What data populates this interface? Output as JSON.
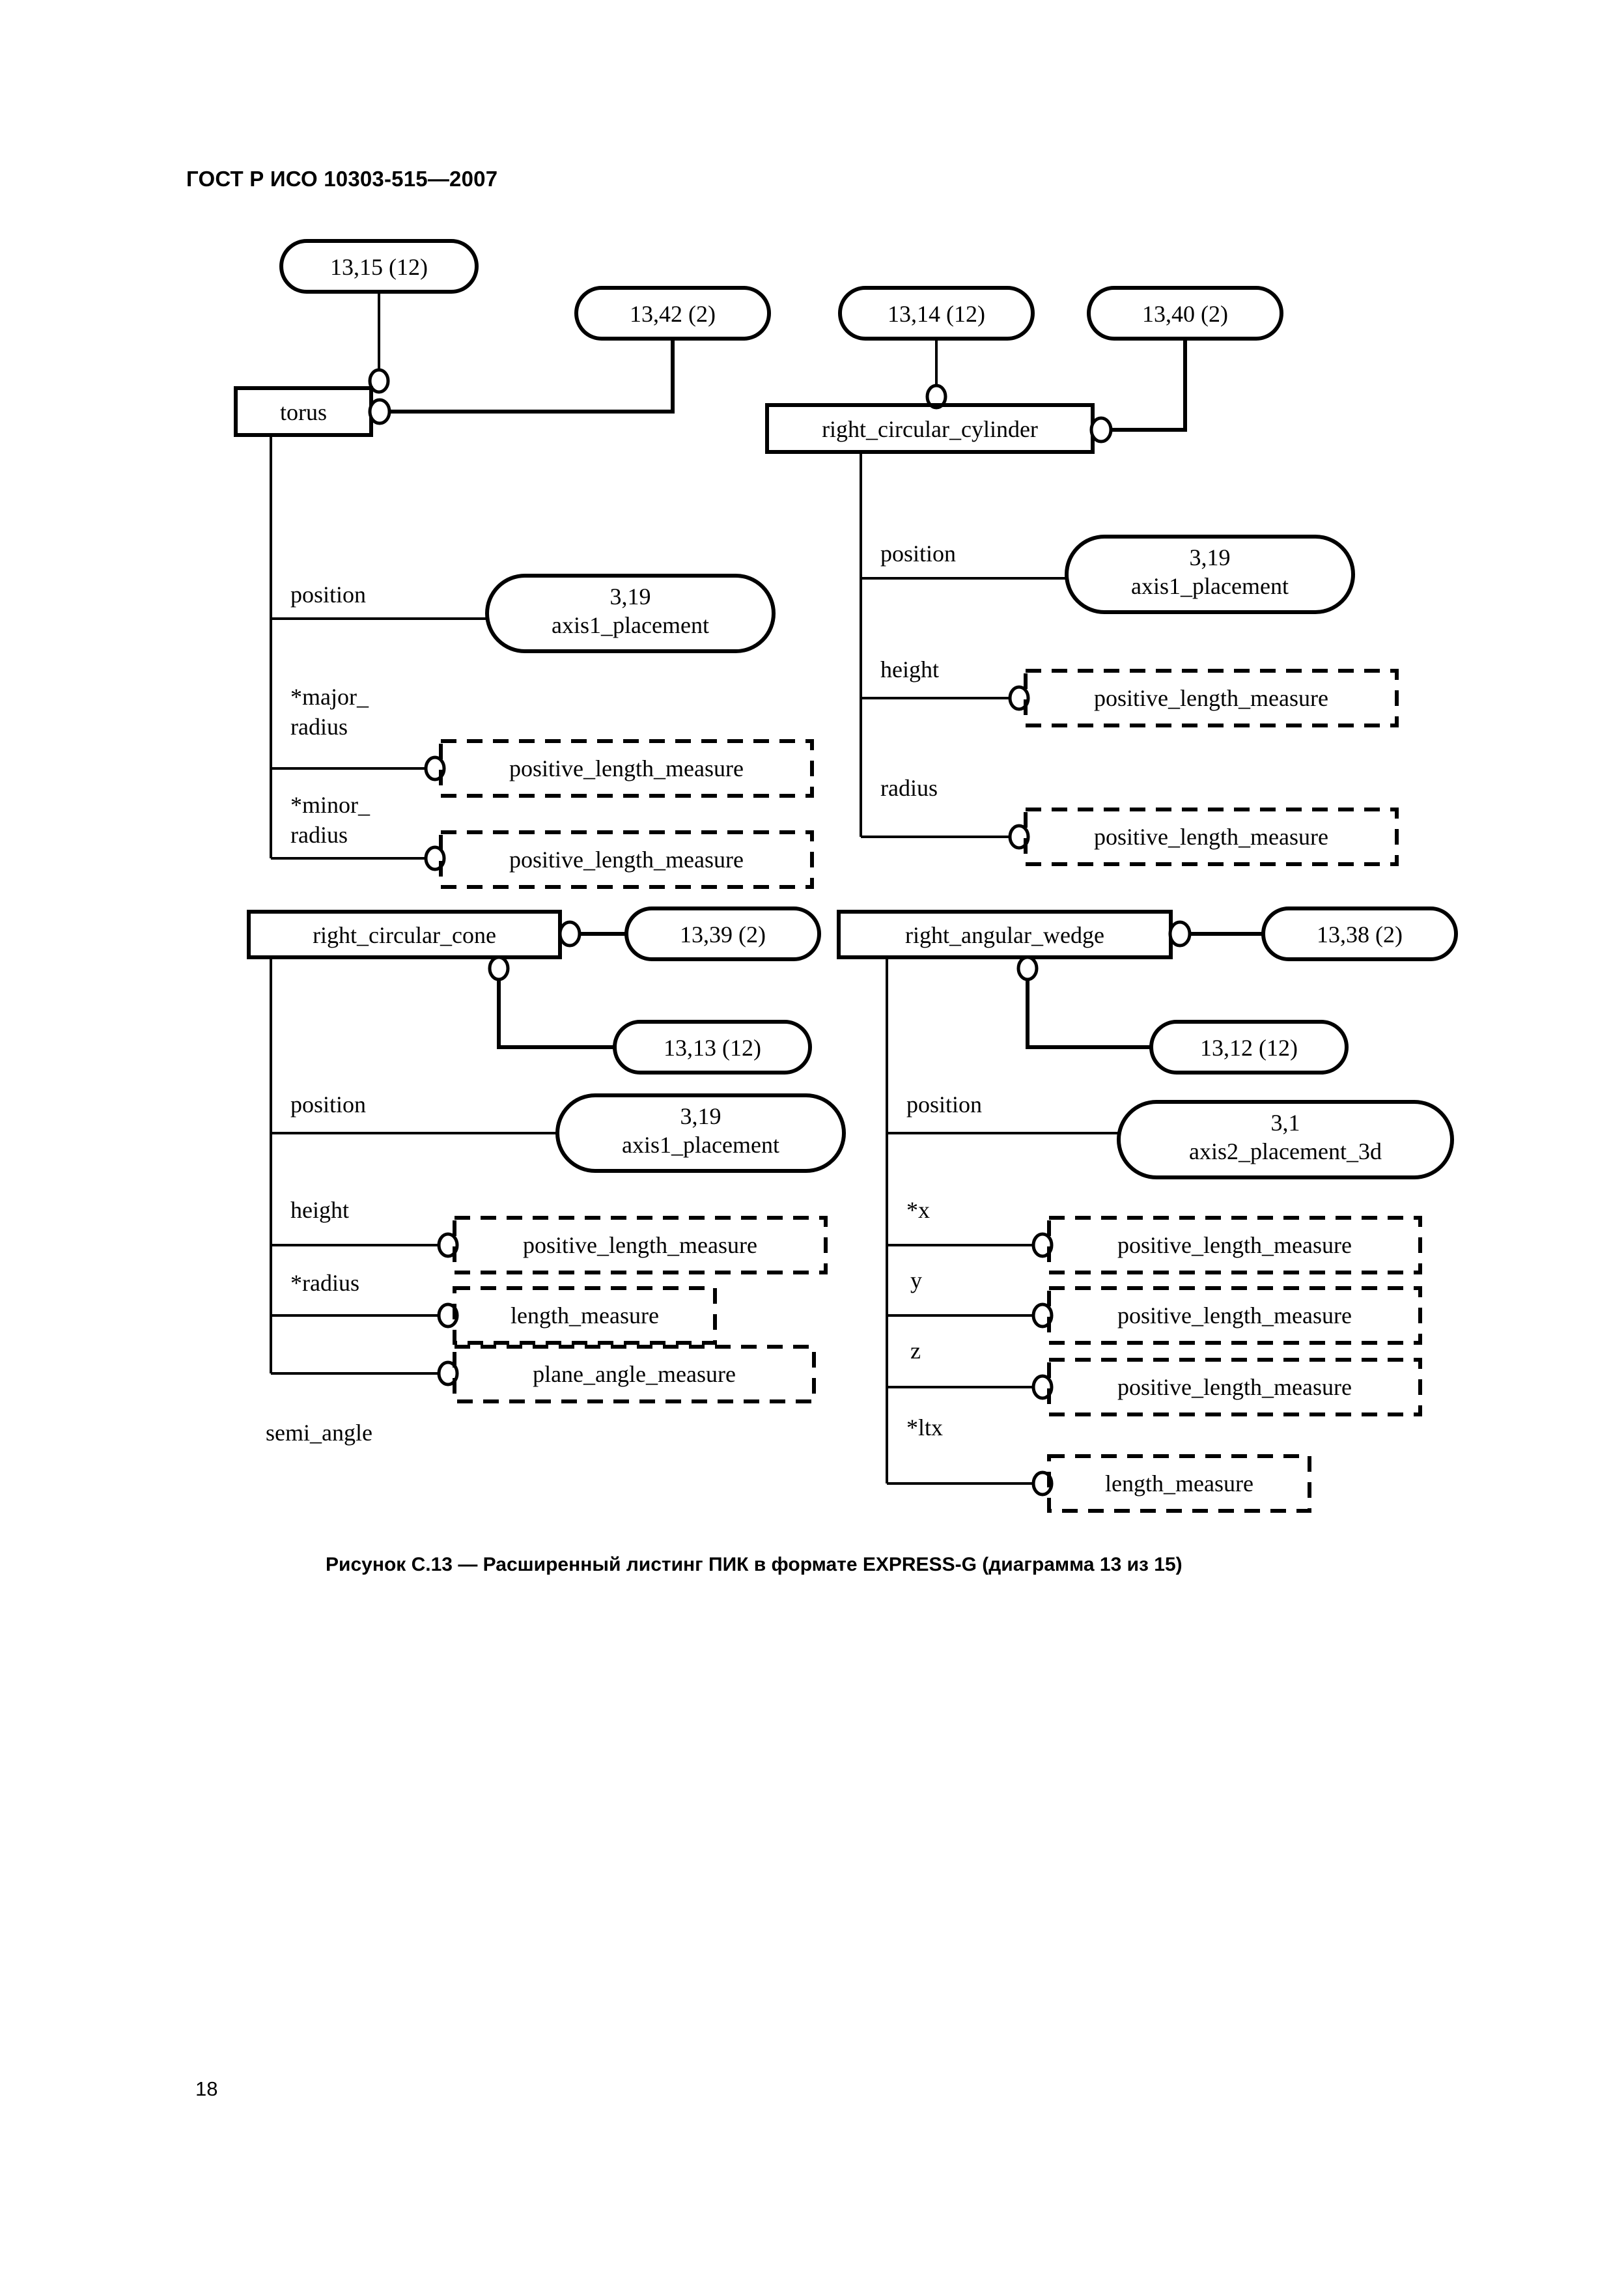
{
  "document": {
    "standard_header": "ГОСТ Р ИСО 10303-515—2007",
    "caption": "Рисунок С.13 — Расширенный листинг ПИК в формате EXPRESS-G (диаграмма 13 из 15)",
    "page_number": "18"
  },
  "diagram": {
    "type": "EXPRESS-G",
    "refs": {
      "torus_page": "13,15 (12)",
      "torus_right": "13,42 (2)",
      "cylinder_page": "13,14 (12)",
      "cylinder_right": "13,40 (2)",
      "cone_right": "13,39 (2)",
      "cone_page": "13,13 (12)",
      "wedge_right": "13,38 (2)",
      "wedge_page": "13,12 (12)"
    },
    "entities": {
      "torus": "torus",
      "cylinder": "right_circular_cylinder",
      "cone": "right_circular_cone",
      "wedge": "right_angular_wedge"
    },
    "types": {
      "axis1_num": "3,19",
      "axis1_name": "axis1_placement",
      "axis2_num": "3,1",
      "axis2_name": "axis2_placement_3d",
      "positive_length_measure": "positive_length_measure",
      "length_measure": "length_measure",
      "plane_angle_measure": "plane_angle_measure"
    },
    "attributes": {
      "position": "position",
      "major_radius_1": "*major_",
      "major_radius_2": "radius",
      "minor_radius_1": "*minor_",
      "minor_radius_2": "radius",
      "height": "height",
      "radius": "radius",
      "star_radius": "*radius",
      "semi_angle": "semi_angle",
      "x": "*x",
      "y": "y",
      "z": "z",
      "ltx": "*ltx"
    }
  }
}
